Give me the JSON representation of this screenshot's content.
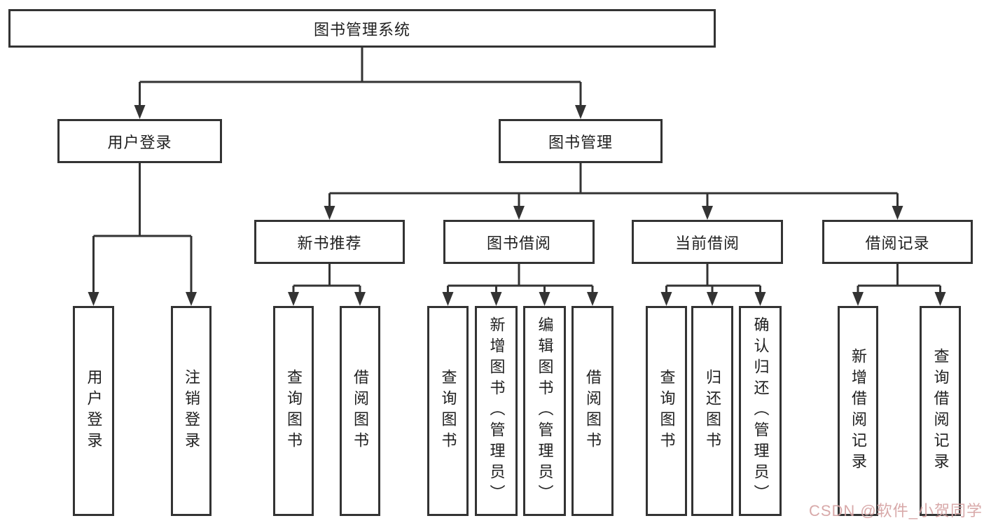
{
  "diagram": {
    "root": {
      "label": "图书管理系统"
    },
    "branches": [
      {
        "label": "用户登录",
        "children": [
          {
            "label": "用户登录"
          },
          {
            "label": "注销登录"
          }
        ]
      },
      {
        "label": "图书管理",
        "children": [
          {
            "label": "新书推荐",
            "children": [
              {
                "label": "查询图书"
              },
              {
                "label": "借阅图书"
              }
            ]
          },
          {
            "label": "图书借阅",
            "children": [
              {
                "label": "查询图书"
              },
              {
                "label": "新增图书（管理员）"
              },
              {
                "label": "编辑图书（管理员）"
              },
              {
                "label": "借阅图书"
              }
            ]
          },
          {
            "label": "当前借阅",
            "children": [
              {
                "label": "查询图书"
              },
              {
                "label": "归还图书"
              },
              {
                "label": "确认归还（管理员）"
              }
            ]
          },
          {
            "label": "借阅记录",
            "children": [
              {
                "label": "新增借阅记录"
              },
              {
                "label": "查询借阅记录"
              }
            ]
          }
        ]
      }
    ],
    "watermark": "CSDN @软件_小贺同学",
    "colors": {
      "line": "#333333",
      "box_border": "#333333",
      "text": "#1f1f1f",
      "background": "#ffffff",
      "watermark": "#d4a0a0"
    }
  }
}
